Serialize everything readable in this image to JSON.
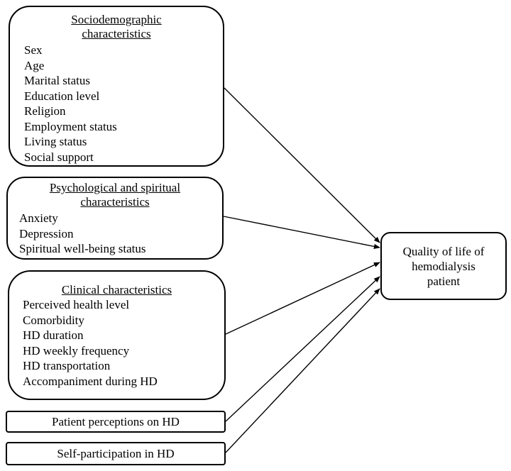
{
  "boxes": {
    "sociodemographic": {
      "title_lines": [
        "Sociodemographic",
        "characteristics"
      ],
      "items": [
        "Sex",
        "Age",
        "Marital status",
        "Education level",
        "Religion",
        "Employment status",
        "Living status",
        "Social support"
      ]
    },
    "psychological": {
      "title_lines": [
        "Psychological and spiritual",
        "characteristics"
      ],
      "items": [
        "Anxiety",
        "Depression",
        "Spiritual well-being status"
      ]
    },
    "clinical": {
      "title_lines": [
        "Clinical characteristics"
      ],
      "items": [
        "Perceived health level",
        "Comorbidity",
        "HD duration",
        "HD weekly frequency",
        "HD transportation",
        "Accompaniment during HD"
      ]
    },
    "perceptions": {
      "label": "Patient perceptions on HD"
    },
    "participation": {
      "label": "Self-participation in HD"
    },
    "outcome": {
      "lines": [
        "Quality of life of",
        "hemodialysis",
        "patient"
      ]
    }
  }
}
